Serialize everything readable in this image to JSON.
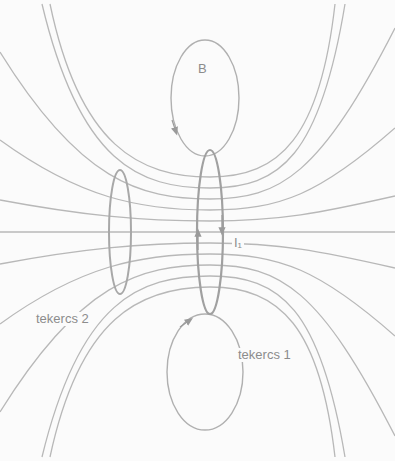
{
  "diagram": {
    "labels": [
      "B",
      "I₁",
      "tekercs 2",
      "tekercs 1"
    ]
  }
}
